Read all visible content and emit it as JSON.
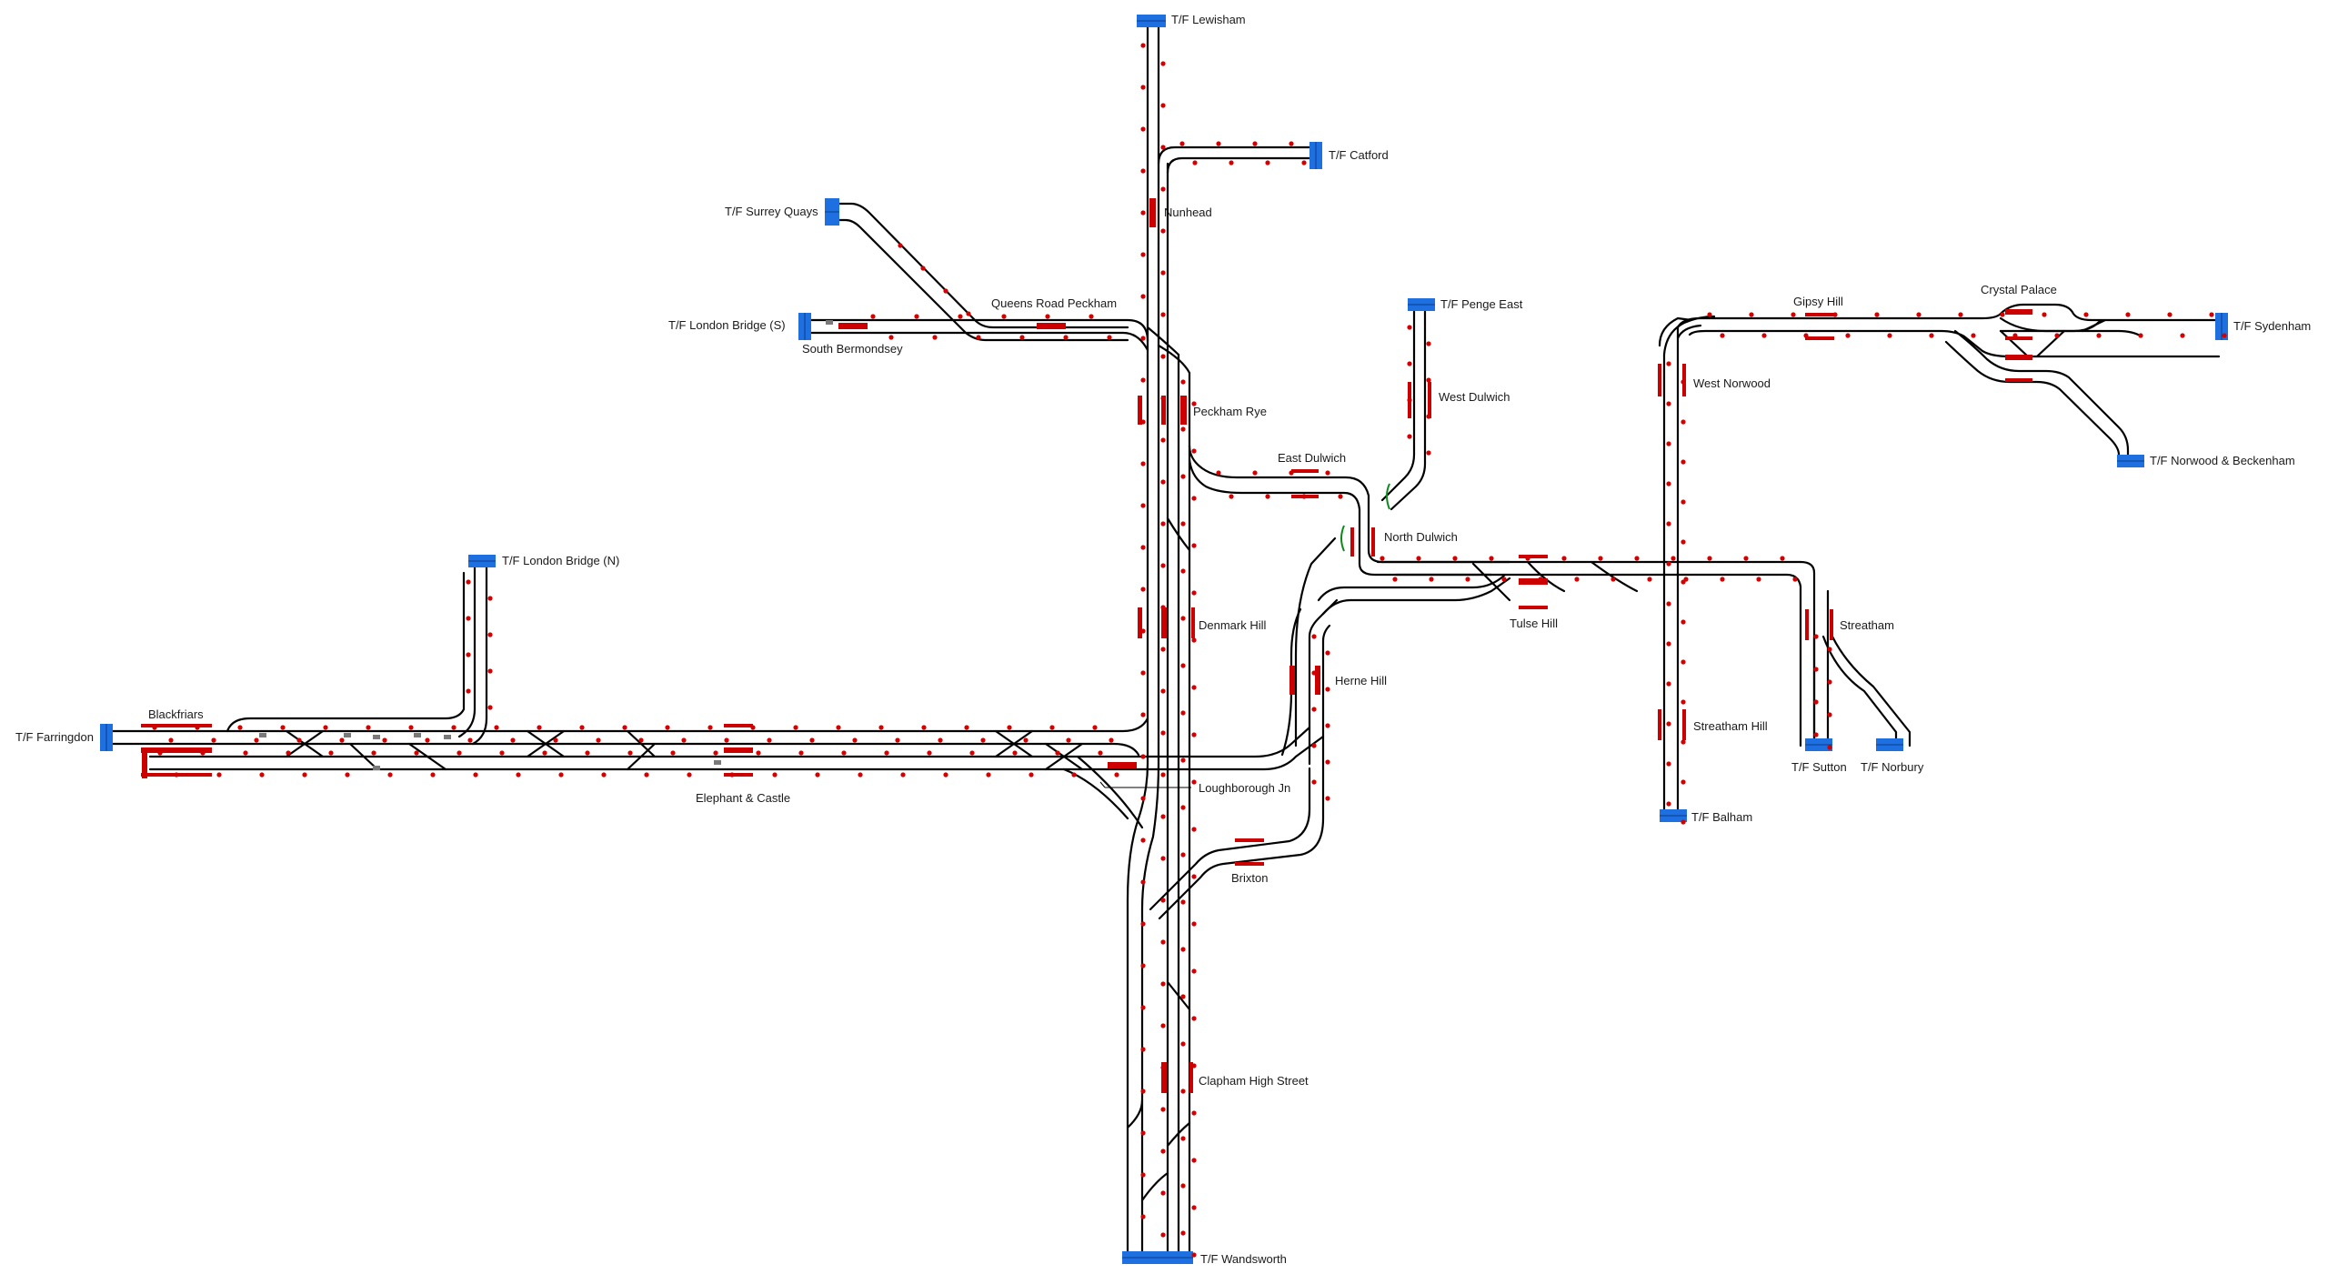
{
  "colors": {
    "track": "#000000",
    "terminal": "#1e6fe0",
    "platform": "#cc0000",
    "signal": "#d40000",
    "ground_signal": "#7a7a7a",
    "green_marker": "#0a8a1a",
    "background": "#ffffff"
  },
  "labels": {
    "lewisham": "T/F Lewisham",
    "catford": "T/F Catford",
    "nunhead": "Nunhead",
    "surrey_quays": "T/F Surrey Quays",
    "london_bridge_s": "T/F London Bridge (S)",
    "south_bermondsey": "South Bermondsey",
    "queens_road_peckham": "Queens Road Peckham",
    "peckham_rye": "Peckham Rye",
    "penge_east": "T/F Penge East",
    "west_dulwich": "West Dulwich",
    "east_dulwich": "East Dulwich",
    "north_dulwich": "North Dulwich",
    "gipsy_hill": "Gipsy Hill",
    "crystal_palace": "Crystal Palace",
    "sydenham": "T/F Sydenham",
    "norwood_beckenham": "T/F Norwood & Beckenham",
    "west_norwood": "West Norwood",
    "london_bridge_n": "T/F London Bridge (N)",
    "denmark_hill": "Denmark Hill",
    "tulse_hill": "Tulse Hill",
    "streatham": "Streatham",
    "farringdon": "T/F Farringdon",
    "blackfriars": "Blackfriars",
    "herne_hill": "Herne Hill",
    "elephant_castle": "Elephant & Castle",
    "loughborough_jn": "Loughborough Jn",
    "streatham_hill": "Streatham Hill",
    "sutton": "T/F Sutton",
    "norbury": "T/F Norbury",
    "balham": "T/F Balham",
    "brixton": "Brixton",
    "clapham_high_street": "Clapham High Street",
    "wandsworth": "T/F Wandsworth"
  }
}
